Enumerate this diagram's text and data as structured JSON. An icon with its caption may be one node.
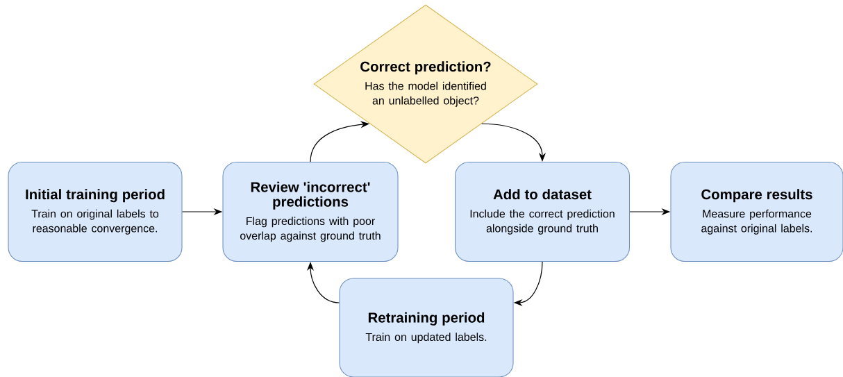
{
  "diagram": {
    "nodes": [
      {
        "text": [
          "Initial training period",
          "Train on original labels to reasonable convergence."
        ]
      },
      {
        "text": [
          "Review 'incorrect' predictions",
          "Flag predictions with poor overlap against ground truth"
        ]
      },
      {
        "text": [
          "Correct prediction?",
          "Has the model identified an unlabelled object?"
        ]
      },
      {
        "text": [
          "Add to dataset",
          "Include the correct prediction alongside ground truth"
        ]
      },
      {
        "text": [
          "Compare results",
          "Measure performance against original labels."
        ]
      },
      {
        "text": [
          "Retraining period",
          "Train on updated labels."
        ]
      }
    ],
    "edges": [
      {
        "from": 0,
        "to": 1,
        "arrow": "to"
      },
      {
        "from": 1,
        "to": 2,
        "arrow": "to"
      },
      {
        "from": 2,
        "to": 3,
        "arrow": "to"
      },
      {
        "from": 3,
        "to": 4,
        "arrow": "to"
      },
      {
        "from": 3,
        "to": 5,
        "arrow": "to"
      },
      {
        "from": 5,
        "to": 1,
        "arrow": "to"
      }
    ]
  }
}
